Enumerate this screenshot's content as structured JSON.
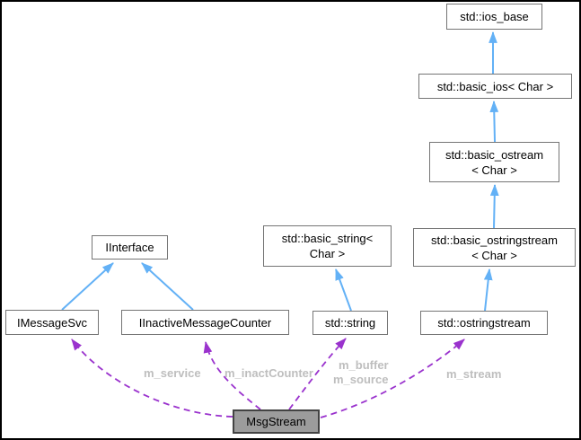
{
  "diagram": {
    "nodes": {
      "ios_base": {
        "label": "std::ios_base"
      },
      "basic_ios": {
        "label": "std::basic_ios< Char >"
      },
      "basic_ostream": {
        "line1": "std::basic_ostream",
        "line2": "< Char >"
      },
      "basic_ostringstream": {
        "line1": "std::basic_ostringstream",
        "line2": "< Char >"
      },
      "basic_string": {
        "line1": "std::basic_string<",
        "line2": "Char >"
      },
      "iinterface": {
        "label": "IInterface"
      },
      "imessagesvc": {
        "label": "IMessageSvc"
      },
      "iinactive_counter": {
        "label": "IInactiveMessageCounter"
      },
      "std_string": {
        "label": "std::string"
      },
      "ostringstream": {
        "label": "std::ostringstream"
      },
      "msgstream": {
        "label": "MsgStream"
      }
    },
    "edge_labels": {
      "service": "m_service",
      "inact_counter": "m_inactCounter",
      "buffer": "m_buffer",
      "source": "m_source",
      "stream": "m_stream"
    },
    "colors": {
      "inheritance_edge": "#63b1f6",
      "usage_edge": "#9a32cd",
      "edge_label": "#bebebe",
      "node_fill": "#ffffff",
      "node_border": "#757575",
      "current_node_fill": "#9c9c9c",
      "current_node_border": "#434343",
      "node_text": "#000000",
      "frame_border": "#000000",
      "background": "#ffffff"
    }
  }
}
